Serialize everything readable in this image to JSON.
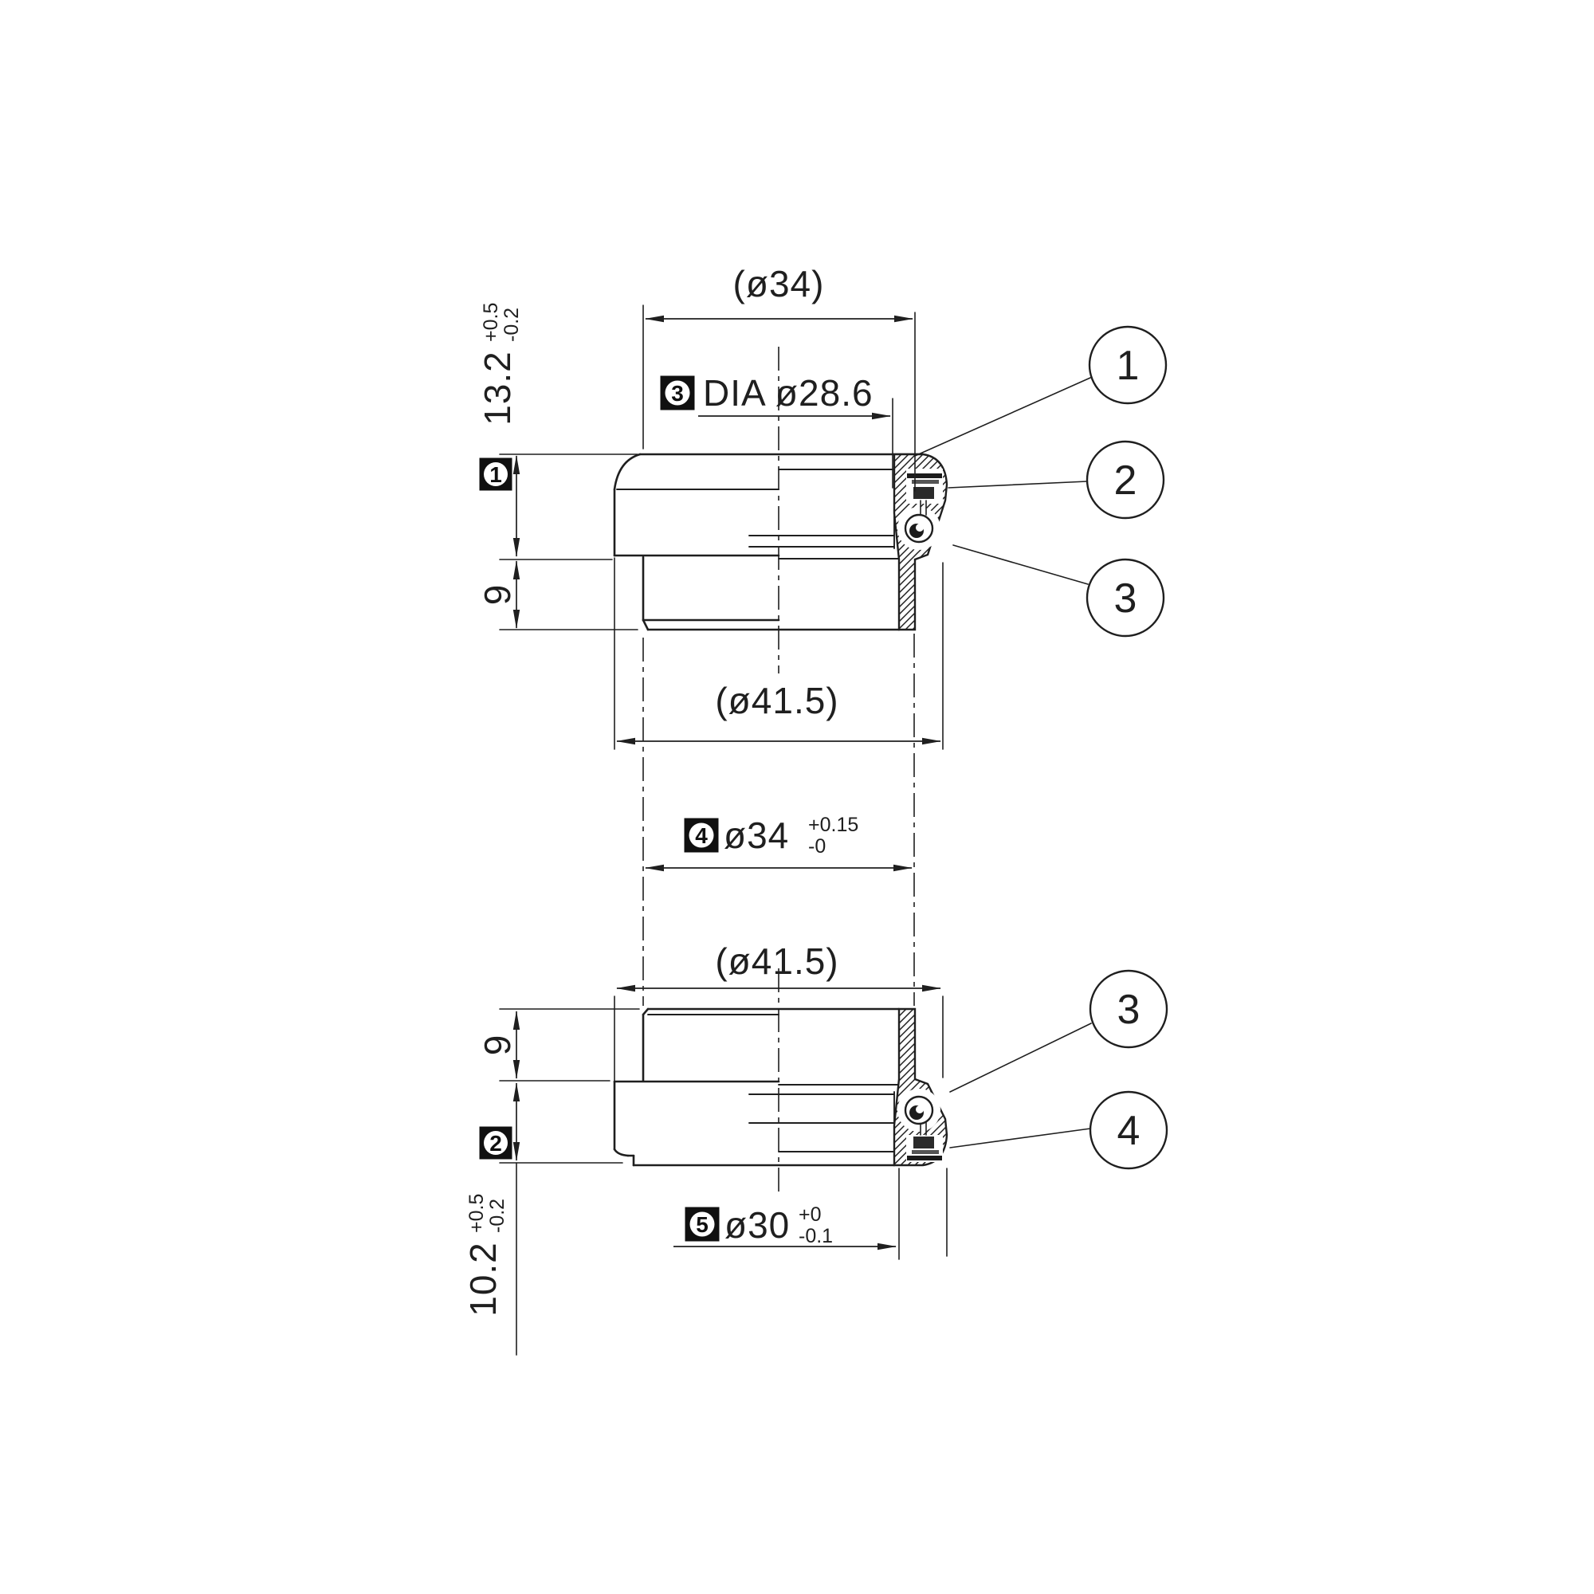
{
  "upper_view": {
    "dim_outer_top": "(ø34)",
    "bore_note_ref": "3",
    "bore_note_text": "DIA  ø28.6",
    "height_ref": "1",
    "height_dim": "13.2",
    "height_tol_plus": "+0.5",
    "height_tol_minus": "-0.2",
    "skirt_height_dim": "9",
    "od_dim": "(ø41.5)",
    "callout_1": "1",
    "callout_2": "2",
    "callout_3": "3"
  },
  "middle": {
    "head_bore_ref": "4",
    "head_bore_dim": "ø34",
    "head_bore_tol_plus": "+0.15",
    "head_bore_tol_minus": "-0",
    "od_dim": "(ø41.5)"
  },
  "lower_view": {
    "skirt_height_dim": "9",
    "height_ref": "2",
    "height_dim": "10.2",
    "height_tol_plus": "+0.5",
    "height_tol_minus": "-0.2",
    "bore_ref": "5",
    "bore_dim": "ø30",
    "bore_tol_plus": "+0",
    "bore_tol_minus": "-0.1",
    "callout_3": "3",
    "callout_4": "4"
  }
}
